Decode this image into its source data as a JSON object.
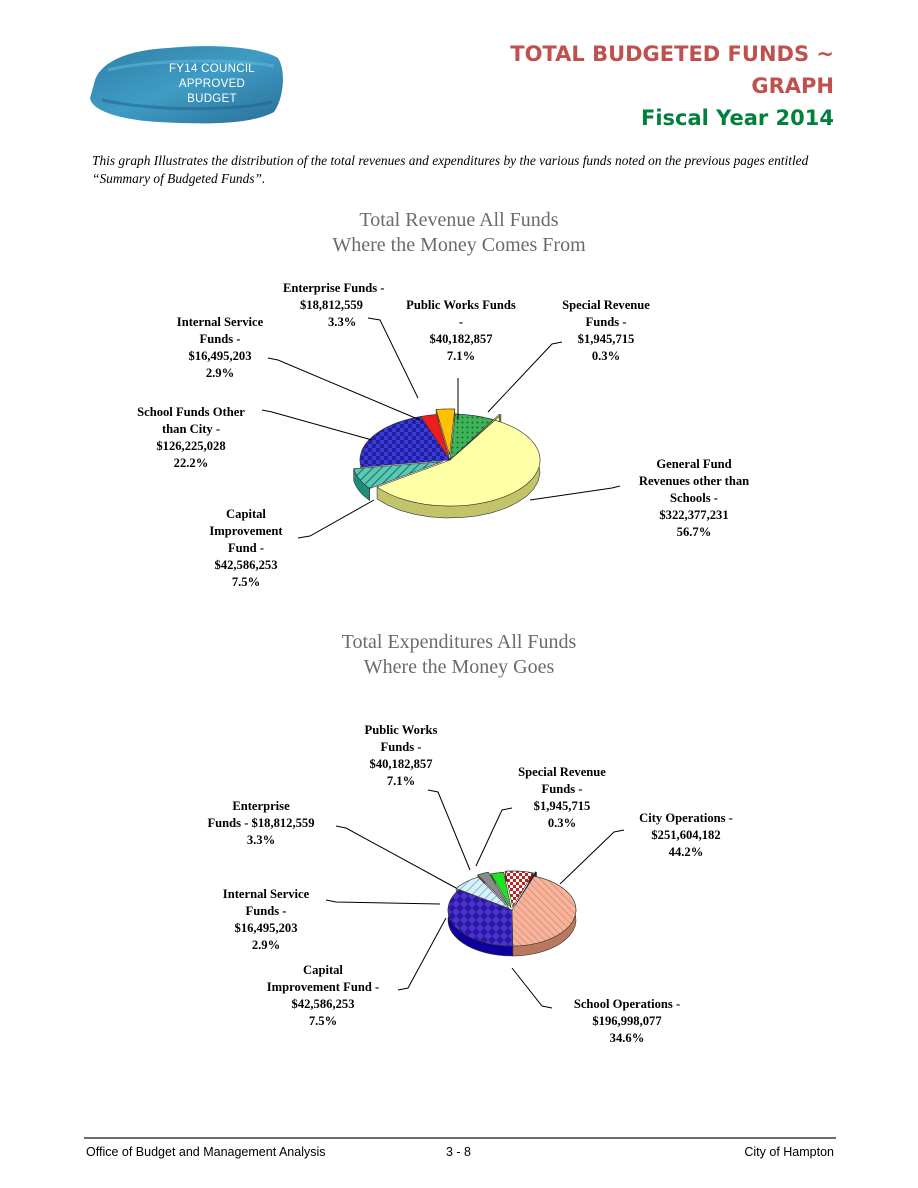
{
  "badge": {
    "line1": "FY14 COUNCIL",
    "line2": "APPROVED",
    "line3": "BUDGET"
  },
  "header": {
    "title_line1": "TOTAL BUDGETED FUNDS ~",
    "title_line2": "GRAPH",
    "title_line3": "Fiscal Year 2014"
  },
  "intro": "This graph Illustrates the distribution of the total revenues and expenditures by the various funds noted on the previous pages entitled “Summary of Budgeted Funds”.",
  "chart_data": [
    {
      "type": "pie",
      "title": "Total Revenue All Funds",
      "subtitle": "Where the Money Comes From",
      "slices": [
        {
          "label": "General Fund Revenues other than Schools",
          "value": 322377231,
          "value_text": "$322,377,231",
          "percent": "56.7%",
          "color": "#ffffa6"
        },
        {
          "label": "Capital Improvement Fund",
          "value": 42586253,
          "value_text": "$42,586,253",
          "percent": "7.5%",
          "color": "#5ac8b4"
        },
        {
          "label": "School Funds Other than City",
          "value": 126225028,
          "value_text": "$126,225,028",
          "percent": "22.2%",
          "color": "#3a3ad6"
        },
        {
          "label": "Internal Service Funds",
          "value": 16495203,
          "value_text": "$16,495,203",
          "percent": "2.9%",
          "color": "#ee1c1c"
        },
        {
          "label": "Enterprise Funds",
          "value": 18812559,
          "value_text": "$18,812,559",
          "percent": "3.3%",
          "color": "#ffc000"
        },
        {
          "label": "Public Works Funds",
          "value": 40182857,
          "value_text": "$40,182,857",
          "percent": "7.1%",
          "color": "#3fb35a"
        },
        {
          "label": "Special Revenue Funds",
          "value": 1945715,
          "value_text": "$1,945,715",
          "percent": "0.3%",
          "color": "#c8dc20"
        }
      ]
    },
    {
      "type": "pie",
      "title": "Total Expenditures All Funds",
      "subtitle": "Where the Money Goes",
      "slices": [
        {
          "label": "City Operations",
          "value": 251604182,
          "value_text": "$251,604,182",
          "percent": "44.2%",
          "color": "#f6b49c"
        },
        {
          "label": "School Operations",
          "value": 196998077,
          "value_text": "$196,998,077",
          "percent": "34.6%",
          "color": "#4a32d8"
        },
        {
          "label": "Capital Improvement Fund",
          "value": 42586253,
          "value_text": "$42,586,253",
          "percent": "7.5%",
          "color": "#bfe4f4"
        },
        {
          "label": "Internal Service Funds",
          "value": 16495203,
          "value_text": "$16,495,203",
          "percent": "2.9%",
          "color": "#8c8c8c"
        },
        {
          "label": "Enterprise Funds",
          "value": 18812559,
          "value_text": "$18,812,559",
          "percent": "3.3%",
          "color": "#22e022"
        },
        {
          "label": "Public Works Funds",
          "value": 40182857,
          "value_text": "$40,182,857",
          "percent": "7.1%",
          "color": "#e84848"
        },
        {
          "label": "Special Revenue Funds",
          "value": 1945715,
          "value_text": "$1,945,715",
          "percent": "0.3%",
          "color": "#111111"
        }
      ]
    }
  ],
  "labels": {
    "rev_enterprise_1": "Enterprise Funds -",
    "rev_enterprise_2": "$18,812,559",
    "rev_enterprise_3": "3.3%",
    "rev_pw_1": "Public Works Funds",
    "rev_pw_2": "-",
    "rev_pw_3": "$40,182,857",
    "rev_pw_4": "7.1%",
    "rev_special_1": "Special Revenue",
    "rev_special_2": "Funds -",
    "rev_special_3": "$1,945,715",
    "rev_special_4": "0.3%",
    "rev_internal_1": "Internal Service",
    "rev_internal_2": "Funds -",
    "rev_internal_3": "$16,495,203",
    "rev_internal_4": "2.9%",
    "rev_school_1": "School Funds Other",
    "rev_school_2": "than City -",
    "rev_school_3": "$126,225,028",
    "rev_school_4": "22.2%",
    "rev_general_1": "General Fund",
    "rev_general_2": "Revenues other than",
    "rev_general_3": "Schools -",
    "rev_general_4": "$322,377,231",
    "rev_general_5": "56.7%",
    "rev_capital_1": "Capital",
    "rev_capital_2": "Improvement",
    "rev_capital_3": "Fund -",
    "rev_capital_4": "$42,586,253",
    "rev_capital_5": "7.5%",
    "exp_pw_1": "Public Works",
    "exp_pw_2": "Funds -",
    "exp_pw_3": "$40,182,857",
    "exp_pw_4": "7.1%",
    "exp_special_1": "Special Revenue",
    "exp_special_2": "Funds -",
    "exp_special_3": "$1,945,715",
    "exp_special_4": "0.3%",
    "exp_enterprise_1": "Enterprise",
    "exp_enterprise_2": "Funds - $18,812,559",
    "exp_enterprise_3": "3.3%",
    "exp_city_1": "City Operations -",
    "exp_city_2": "$251,604,182",
    "exp_city_3": "44.2%",
    "exp_internal_1": "Internal Service",
    "exp_internal_2": "Funds -",
    "exp_internal_3": "$16,495,203",
    "exp_internal_4": "2.9%",
    "exp_capital_1": "Capital",
    "exp_capital_2": "Improvement Fund -",
    "exp_capital_3": "$42,586,253",
    "exp_capital_4": "7.5%",
    "exp_school_1": "School Operations -",
    "exp_school_2": "$196,998,077",
    "exp_school_3": "34.6%"
  },
  "footer": {
    "left": "Office of Budget and Management Analysis",
    "center": "3 - 8",
    "right": "City of Hampton"
  }
}
